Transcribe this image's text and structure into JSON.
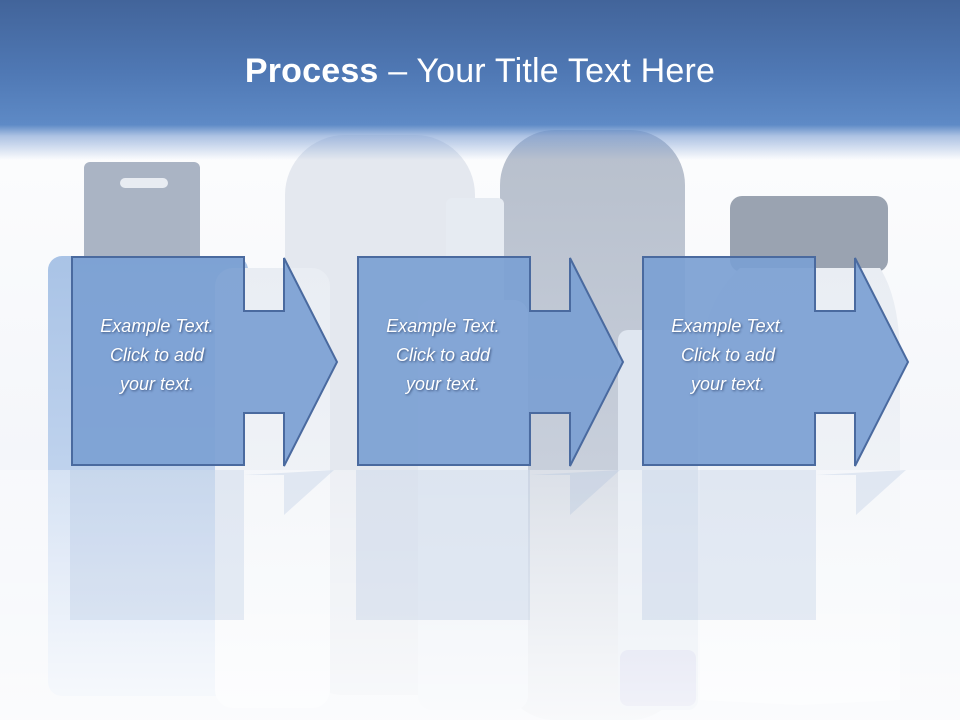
{
  "slide": {
    "title_bold": "Process",
    "title_rest": " – Your Title Text Here"
  },
  "steps": [
    {
      "lines": [
        "Example Text.",
        "Click  to add",
        "your text."
      ]
    },
    {
      "lines": [
        "Example Text.",
        "Click  to add",
        "your text."
      ]
    },
    {
      "lines": [
        "Example Text.",
        "Click  to add",
        "your text."
      ]
    }
  ],
  "colors": {
    "header": "#4f78b4",
    "box_fill": "#7b9fd3",
    "box_stroke": "#4a6a9f",
    "text": "#ffffff"
  }
}
